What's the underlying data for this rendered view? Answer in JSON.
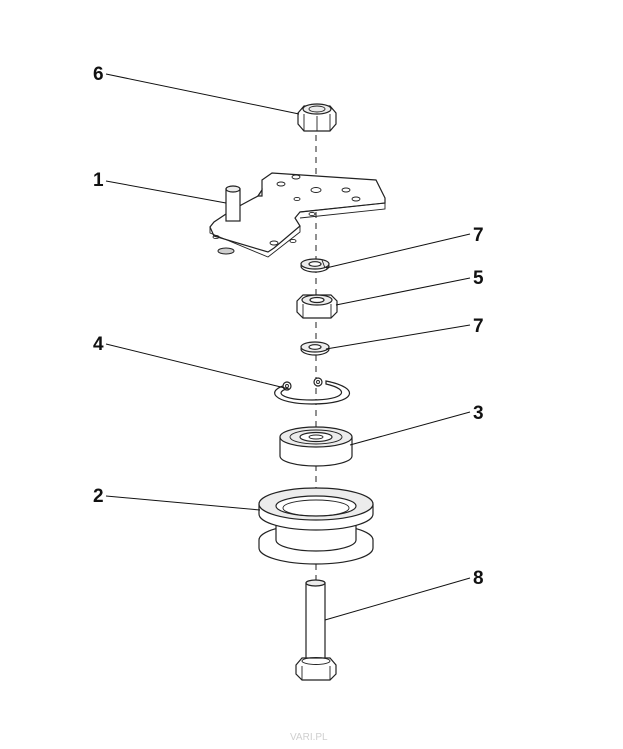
{
  "callouts": {
    "c6": "6",
    "c1": "1",
    "c7a": "7",
    "c5": "5",
    "c7b": "7",
    "c4": "4",
    "c3": "3",
    "c2": "2",
    "c8": "8"
  },
  "watermark": "VARI.PL"
}
